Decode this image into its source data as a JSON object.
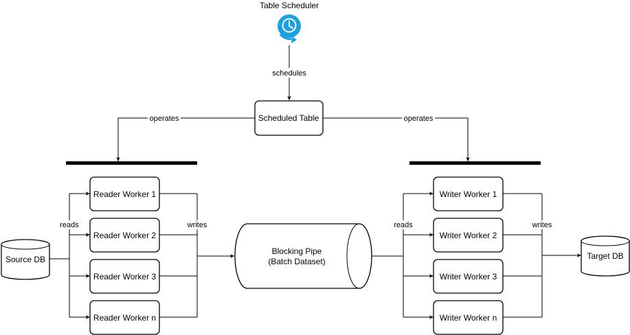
{
  "scheduler": {
    "title": "Table Scheduler",
    "icon": "clock-sync-icon",
    "icon_color": "#1ba1e2"
  },
  "edges": {
    "schedules": "schedules",
    "operates_left": "operates",
    "operates_right": "operates",
    "reads_left": "reads",
    "writes_left": "writes",
    "reads_right": "reads",
    "writes_right": "writes"
  },
  "scheduled_table": {
    "label": "Scheduled Table"
  },
  "readers": [
    "Reader Worker 1",
    "Reader Worker 2",
    "Reader Worker 3",
    "Reader Worker n"
  ],
  "writers": [
    "Writer Worker 1",
    "Writer Worker 2",
    "Writer Worker 3",
    "Writer Worker n"
  ],
  "source_db": {
    "label": "Source DB"
  },
  "target_db": {
    "label": "Target DB"
  },
  "pipe": {
    "line1": "Blocking Pipe",
    "line2": "(Batch Dataset)"
  }
}
